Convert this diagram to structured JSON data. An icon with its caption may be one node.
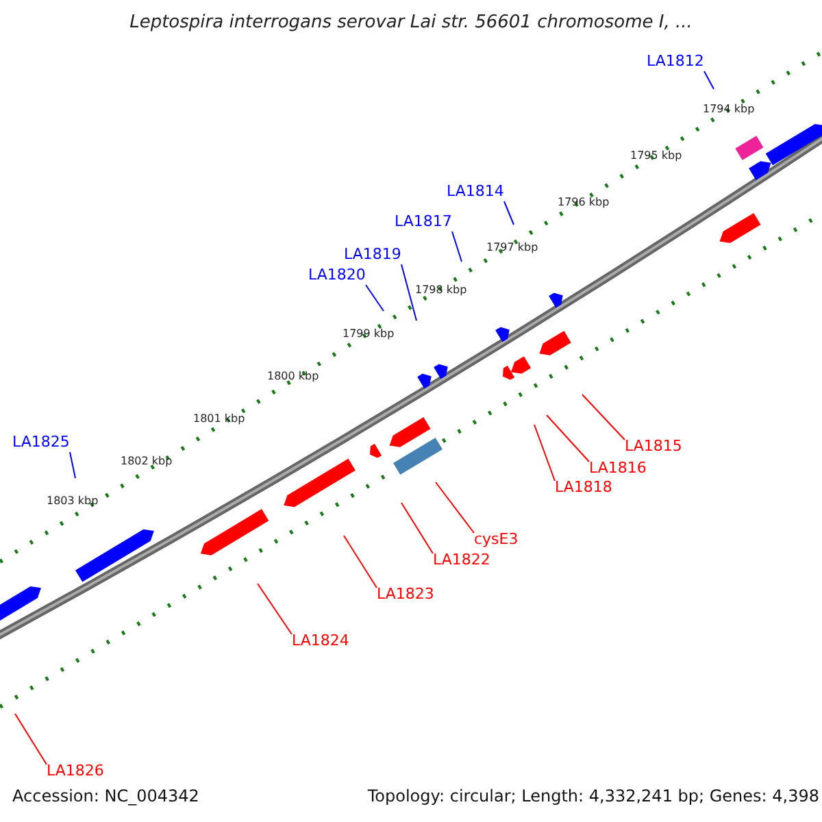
{
  "diagram": {
    "title": "Leptospira interrogans serovar Lai str. 56601 chromosome I, ...",
    "nodes": [
      {
        "text": [
          "LA1812"
        ]
      },
      {
        "text": [
          "LA1814"
        ]
      },
      {
        "text": [
          "LA1817"
        ]
      },
      {
        "text": [
          "LA1819"
        ]
      },
      {
        "text": [
          "LA1820"
        ]
      },
      {
        "text": [
          "LA1825"
        ]
      },
      {
        "text": [
          "LA1815"
        ]
      },
      {
        "text": [
          "LA1816"
        ]
      },
      {
        "text": [
          "LA1818"
        ]
      },
      {
        "text": [
          "cysE3"
        ]
      },
      {
        "text": [
          "LA1822"
        ]
      },
      {
        "text": [
          "LA1823"
        ]
      },
      {
        "text": [
          "LA1824"
        ]
      },
      {
        "text": [
          "LA1826"
        ]
      }
    ],
    "edges": [
      {
        "from": 0,
        "to": null,
        "arrow": "none",
        "color": "#0000ff"
      },
      {
        "from": 1,
        "to": null,
        "arrow": "none",
        "color": "#0000ff"
      },
      {
        "from": 2,
        "to": null,
        "arrow": "none",
        "color": "#0000ff"
      },
      {
        "from": 3,
        "to": null,
        "arrow": "none",
        "color": "#0000ff"
      },
      {
        "from": 4,
        "to": null,
        "arrow": "none",
        "color": "#0000ff"
      },
      {
        "from": 5,
        "to": null,
        "arrow": "none",
        "color": "#0000ff"
      },
      {
        "from": 6,
        "to": null,
        "arrow": "none"
      },
      {
        "from": 7,
        "to": null,
        "arrow": "none"
      },
      {
        "from": 8,
        "to": null,
        "arrow": "none"
      },
      {
        "from": 9,
        "to": null,
        "arrow": "none"
      },
      {
        "from": 10,
        "to": null,
        "arrow": "none"
      },
      {
        "from": 11,
        "to": null,
        "arrow": "none"
      },
      {
        "from": 12,
        "to": null,
        "arrow": "none"
      },
      {
        "from": 13,
        "to": null,
        "arrow": "none"
      }
    ],
    "labels": [
      "1794 kbp",
      "1795 kbp",
      "1796 kbp",
      "1797 kbp",
      "1798 kbp",
      "1799 kbp",
      "1800 kbp",
      "1801 kbp",
      "1802 kbp",
      "1803 kbp",
      "Accession: NC_004342",
      "Topology: circular; Length: 4,332,241 bp; Genes: 4,398"
    ]
  }
}
